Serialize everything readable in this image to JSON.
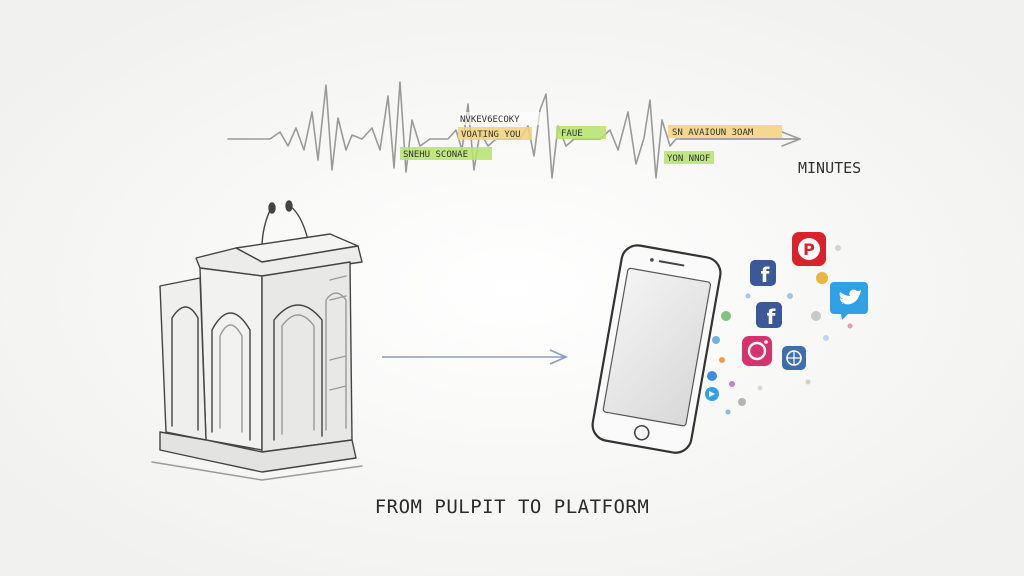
{
  "waveform": {
    "axis_label": "MINUTES",
    "notes": [
      {
        "text": "NVKEV6ECOKY",
        "color": "#ffffff"
      },
      {
        "text": "VOATING YOU",
        "color": "#f2d27a"
      },
      {
        "text": "SNEHU SCONAE",
        "color": "#b6e36c"
      },
      {
        "text": "FAUE",
        "color": "#b6e36c"
      },
      {
        "text": "SN AVAIOUN 3OAM",
        "color": "#f2d27a"
      },
      {
        "text": "YON NNOF",
        "color": "#b6e36c"
      }
    ]
  },
  "caption": "FROM PULPIT TO  PLATFORM",
  "icons": [
    "pinterest-icon",
    "facebook-icon",
    "twitter-icon",
    "facebook-icon",
    "instagram-icon",
    "globe-icon"
  ],
  "colors": {
    "facebook": "#3b5998",
    "twitter": "#2fa1e4",
    "pinterest": "#d9222a",
    "instagram": "#d6336c",
    "arrow": "#8e9bbf"
  }
}
